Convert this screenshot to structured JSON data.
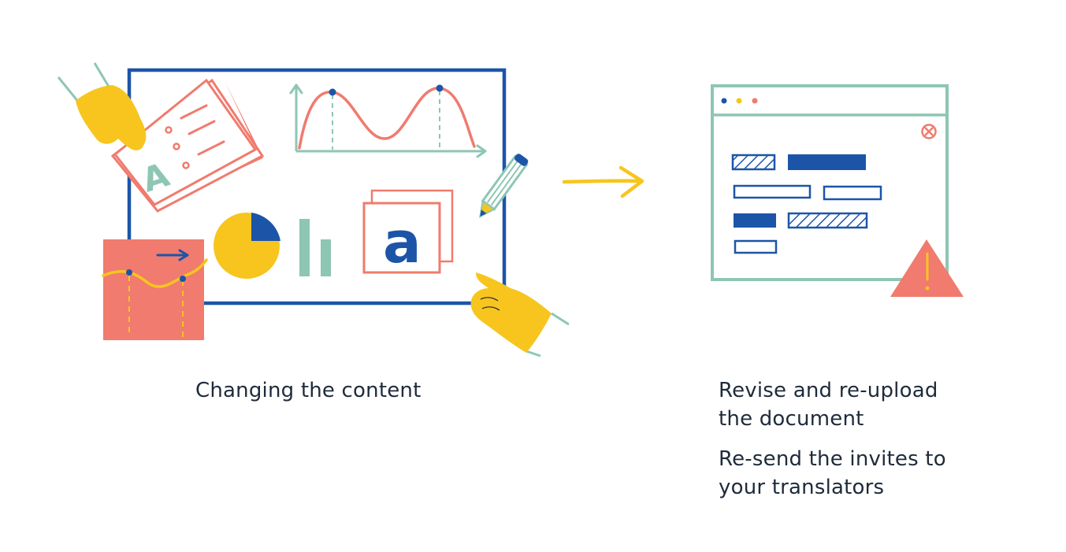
{
  "colors": {
    "blue": "#1c55a8",
    "salmon": "#f07b6e",
    "teal": "#8ec6b4",
    "yellow": "#f7c51e",
    "text": "#1e2b3a"
  },
  "illustration_left": {
    "letter_big": "a",
    "letter_sheet": "A"
  },
  "icons": [
    "hand-icon",
    "pointing-hand-icon",
    "pencil-icon",
    "pie-chart-icon",
    "bar-chart-icon",
    "line-chart-icon",
    "arrow-right-icon",
    "close-icon",
    "warning-icon"
  ],
  "captions": {
    "left": "Changing the content",
    "right_1": "Revise and re-upload the document",
    "right_2": "Re-send the invites to your translators"
  }
}
